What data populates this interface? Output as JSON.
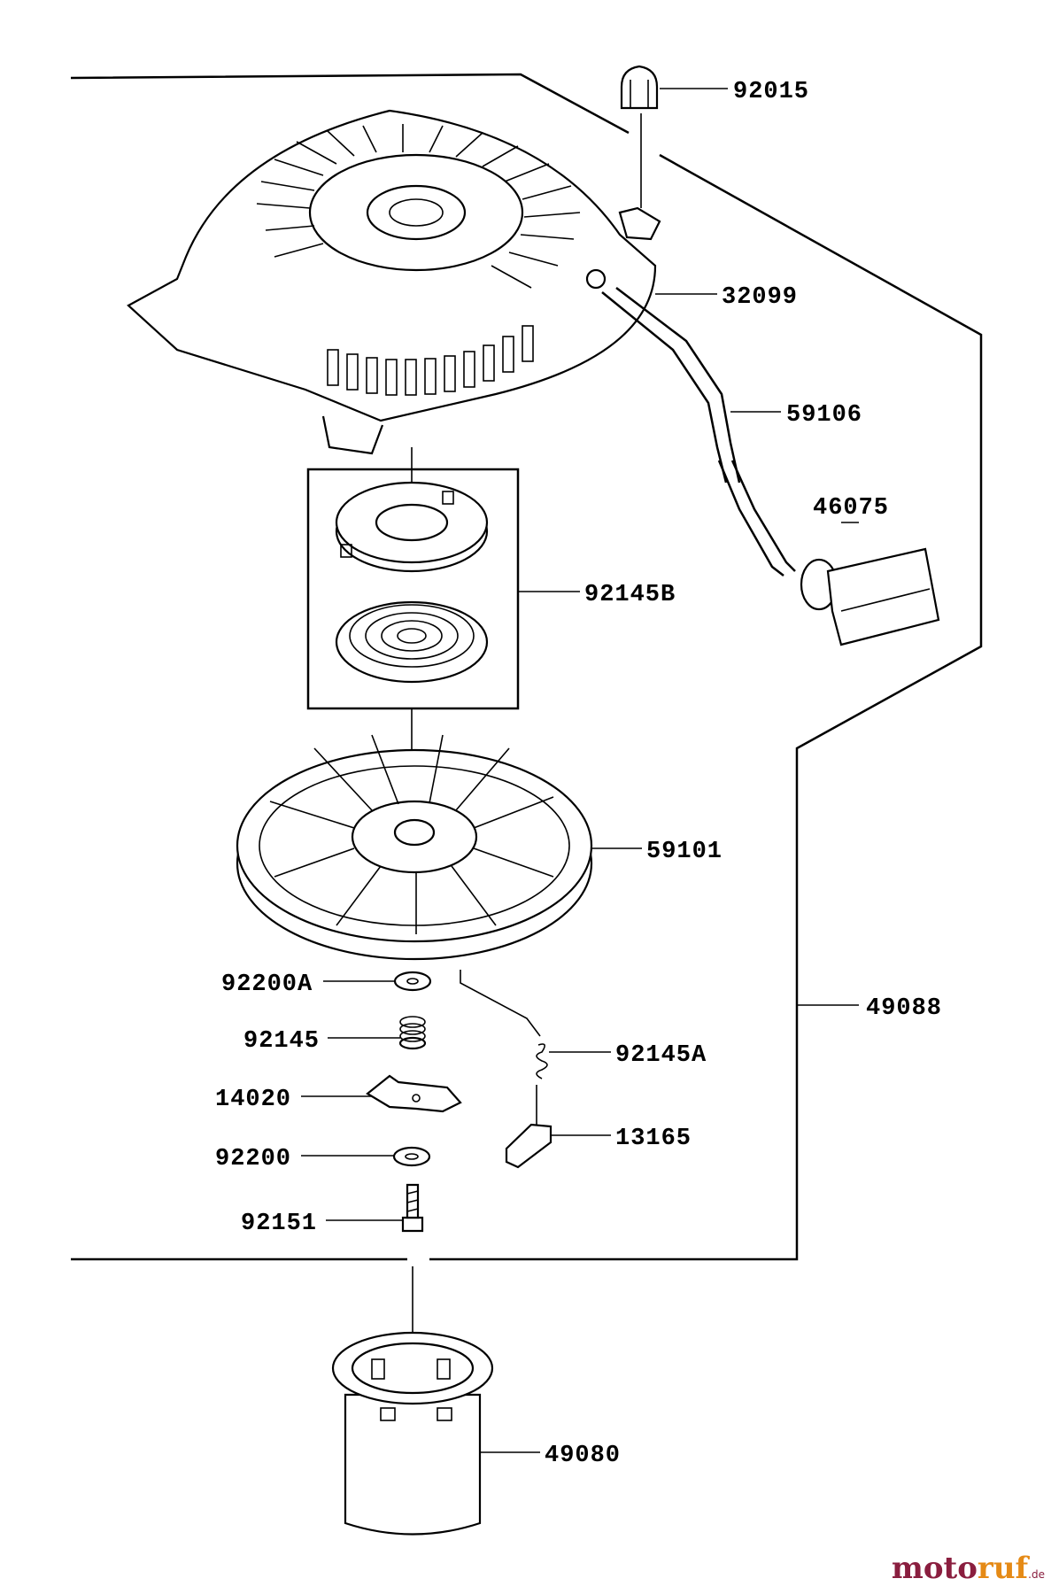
{
  "parts": {
    "p92015": "92015",
    "p32099": "32099",
    "p59106": "59106",
    "p46075": "46075",
    "p92145B": "92145B",
    "p59101": "59101",
    "p92200A": "92200A",
    "p92145": "92145",
    "p14020": "14020",
    "p92200": "92200",
    "p92151": "92151",
    "p92145A": "92145A",
    "p13165": "13165",
    "p49088": "49088",
    "p49080": "49080"
  },
  "watermark": {
    "part1": "moto",
    "part2": "ruf",
    "suffix": ".de"
  }
}
